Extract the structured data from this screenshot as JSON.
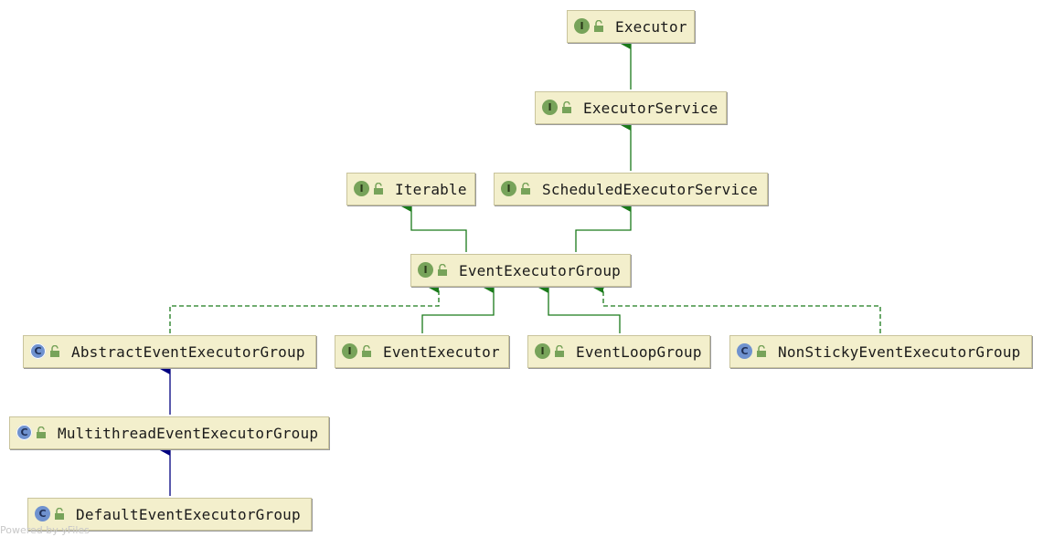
{
  "colors": {
    "extends_edge": "#1a7a1a",
    "class_extends_edge": "#000080",
    "node_fill": "#f3efcc",
    "interface_badge": "#77a35a",
    "class_badge": "#6f92cf"
  },
  "nodes": {
    "executor": {
      "label": "Executor",
      "kind": "interface",
      "badge": "I"
    },
    "executor_service": {
      "label": "ExecutorService",
      "kind": "interface",
      "badge": "I"
    },
    "iterable": {
      "label": "Iterable",
      "kind": "interface",
      "badge": "I"
    },
    "scheduled_executor_service": {
      "label": "ScheduledExecutorService",
      "kind": "interface",
      "badge": "I"
    },
    "event_executor_group": {
      "label": "EventExecutorGroup",
      "kind": "interface",
      "badge": "I"
    },
    "abstract_event_executor_group": {
      "label": "AbstractEventExecutorGroup",
      "kind": "abstract-class",
      "badge": "C"
    },
    "event_executor": {
      "label": "EventExecutor",
      "kind": "interface",
      "badge": "I"
    },
    "event_loop_group": {
      "label": "EventLoopGroup",
      "kind": "interface",
      "badge": "I"
    },
    "non_sticky_event_executor_group": {
      "label": "NonStickyEventExecutorGroup",
      "kind": "class",
      "badge": "C"
    },
    "multithread_event_executor_group": {
      "label": "MultithreadEventExecutorGroup",
      "kind": "abstract-class",
      "badge": "C"
    },
    "default_event_executor_group": {
      "label": "DefaultEventExecutorGroup",
      "kind": "class",
      "badge": "C"
    }
  },
  "footer": "Powered by yFiles"
}
